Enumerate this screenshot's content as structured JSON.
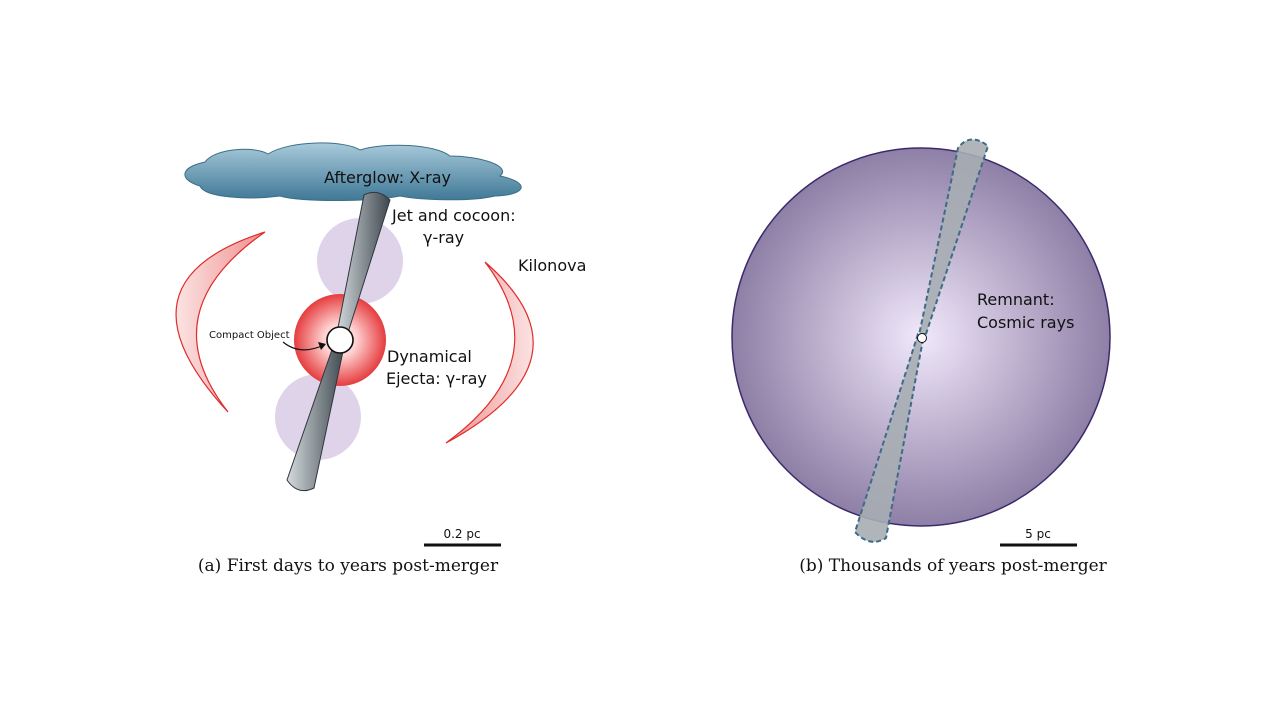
{
  "panel_a": {
    "labels": {
      "afterglow": "Afterglow: X-ray",
      "jet_line1": "Jet and cocoon:",
      "jet_line2": "γ-ray",
      "kilonova": "Kilonova",
      "compact_object": "Compact Object",
      "ejecta_line1": "Dynamical",
      "ejecta_line2": "Ejecta: γ-ray"
    },
    "scale_bar": "0.2 pc",
    "caption": "(a) First days to years post-merger"
  },
  "panel_b": {
    "labels": {
      "remnant_line1": "Remnant:",
      "remnant_line2": "Cosmic rays"
    },
    "scale_bar": "5 pc",
    "caption": "(b) Thousands of years post-merger"
  },
  "colors": {
    "cloud": "#5e93ad",
    "jet": "#8a949a",
    "cocoon": "#d7c6e4",
    "ejecta": "#e8494a",
    "kilonova": "#f2a1a0",
    "remnant": "#8a7aa0"
  }
}
